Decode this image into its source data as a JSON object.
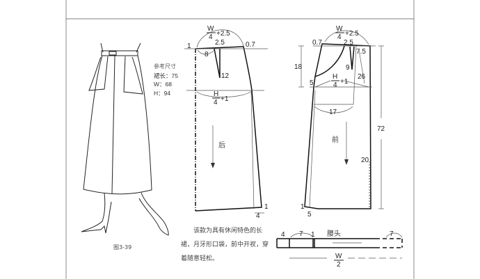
{
  "figure_caption": "图3-39",
  "reference_sizes": {
    "title": "参考尺寸",
    "skirt_length": "裙长：75",
    "waist": "W：68",
    "hip": "H：94"
  },
  "description": "该款为具有休闲特色的长裙，月牙形口袋，前中开衩，穿着随意轻松。",
  "back_pattern": {
    "label": "后",
    "waist_formula_num": "W",
    "waist_formula_den": "4",
    "waist_formula_add": "+2.5",
    "hip_formula_num": "H",
    "hip_formula_den": "4",
    "hip_formula_add": "+1",
    "dims": {
      "rise": "1",
      "dart_pos": "8",
      "dart_width": "2.5",
      "side_up": "0.7",
      "dart_length": "12",
      "hem_out": "4",
      "hem_up": "1"
    }
  },
  "front_pattern": {
    "label": "前",
    "waist_formula_num": "W",
    "waist_formula_den": "4",
    "waist_formula_add": "+2.5",
    "hip_formula_num": "H",
    "hip_formula_den": "4",
    "hip_formula_add": "+1",
    "dims": {
      "side_up": "0.7",
      "dart_width": "2.5",
      "pocket_width": "7.5",
      "hip_depth": "18",
      "dart_length": "9",
      "pocket_depth": "5",
      "pocket_bag": "26",
      "pocket_bag_width": "17",
      "length": "72",
      "slit": "20",
      "hem_up": "1",
      "hem_out": "5"
    }
  },
  "waistband": {
    "label": "腰头",
    "seg1": "4",
    "seg2": "7",
    "seg3": "1",
    "seg_end": "7",
    "length_num": "W",
    "length_den": "2"
  }
}
